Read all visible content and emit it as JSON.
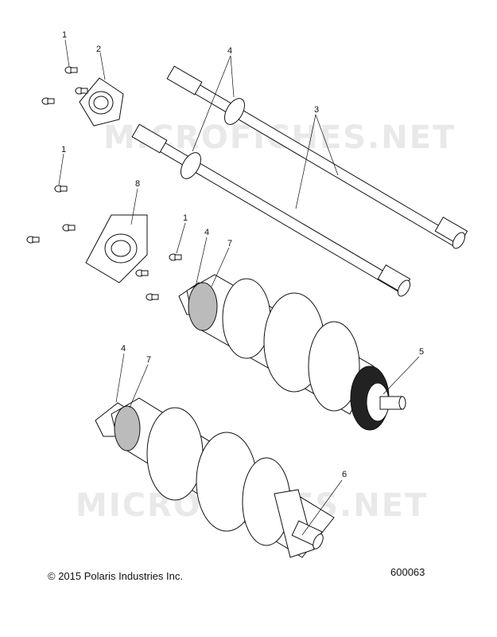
{
  "watermark": "MICROFICHES.NET",
  "callouts": {
    "c1a": "1",
    "c2": "2",
    "c4a": "4",
    "c3": "3",
    "c1b": "1",
    "c8": "8",
    "c1c": "1",
    "c4b": "4",
    "c7a": "7",
    "c5": "5",
    "c4c": "4",
    "c7b": "7",
    "c6": "6"
  },
  "footer": {
    "copyright": "© 2015 Polaris Industries Inc.",
    "diagram_number": "600063"
  }
}
